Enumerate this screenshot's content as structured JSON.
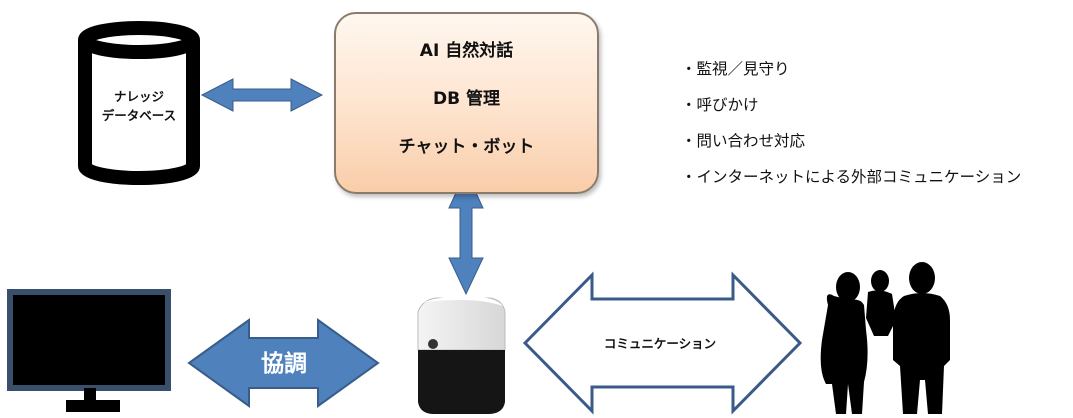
{
  "database": {
    "label_line1": "ナレッジ",
    "label_line2": "データベース"
  },
  "ai_box": {
    "lines": [
      "AI 自然対話",
      "DB 管理",
      "チャット・ボット"
    ]
  },
  "features": {
    "items": [
      "・監視／見守り",
      "・呼びかけ",
      "・問い合わせ対応",
      "・インターネットによる外部コミュニケーション"
    ]
  },
  "arrows": {
    "cooperation_label": "協調",
    "communication_label": "コミュニケーション"
  },
  "colors": {
    "blue_arrow": "#4f81bd",
    "blue_arrow_border": "#385d8a",
    "monitor_frame": "#3a4f6b",
    "ai_box_fill": "#fde3cd",
    "ai_box_border": "#8a7b6c"
  },
  "icons": [
    "database-cylinder-icon",
    "monitor-icon",
    "robot-cube-icon",
    "family-silhouette-icon"
  ]
}
